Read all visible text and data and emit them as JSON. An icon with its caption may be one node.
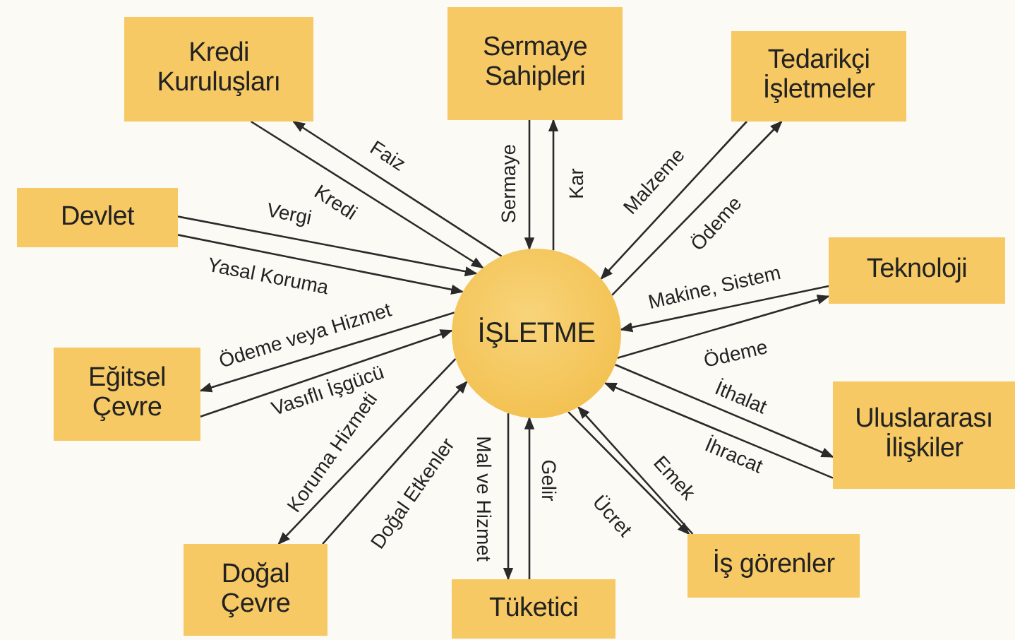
{
  "diagram": {
    "nodes": [
      {
        "text": [
          "İŞLETME"
        ]
      },
      {
        "text": [
          "Kredi Kuruluşları"
        ]
      },
      {
        "text": [
          "Sermaye Sahipleri"
        ]
      },
      {
        "text": [
          "Tedarikçi İşletmeler"
        ]
      },
      {
        "text": [
          "Devlet"
        ]
      },
      {
        "text": [
          "Teknoloji"
        ]
      },
      {
        "text": [
          "Eğitsel Çevre"
        ]
      },
      {
        "text": [
          "Uluslararası İlişkiler"
        ]
      },
      {
        "text": [
          "Doğal Çevre"
        ]
      },
      {
        "text": [
          "Tüketici"
        ]
      },
      {
        "text": [
          "İş görenler"
        ]
      }
    ],
    "edges": [
      {
        "from": 0,
        "to": 1,
        "arrow": "to",
        "label": "Faiz"
      },
      {
        "from": 1,
        "to": 0,
        "arrow": "to",
        "label": "Kredi"
      },
      {
        "from": 2,
        "to": 0,
        "arrow": "to",
        "label": "Sermaye"
      },
      {
        "from": 0,
        "to": 2,
        "arrow": "to",
        "label": "Kar"
      },
      {
        "from": 3,
        "to": 0,
        "arrow": "to",
        "label": "Malzeme"
      },
      {
        "from": 0,
        "to": 3,
        "arrow": "to",
        "label": "Ödeme"
      },
      {
        "from": 5,
        "to": 0,
        "arrow": "to",
        "label": "Makine, Sistem"
      },
      {
        "from": 0,
        "to": 5,
        "arrow": "to",
        "label": "Ödeme"
      },
      {
        "from": 0,
        "to": 7,
        "arrow": "to",
        "label": "İthalat"
      },
      {
        "from": 7,
        "to": 0,
        "arrow": "to",
        "label": "İhracat"
      },
      {
        "from": 10,
        "to": 0,
        "arrow": "to",
        "label": "Emek"
      },
      {
        "from": 0,
        "to": 10,
        "arrow": "to",
        "label": "Ücret"
      },
      {
        "from": 9,
        "to": 0,
        "arrow": "to",
        "label": "Gelir"
      },
      {
        "from": 0,
        "to": 9,
        "arrow": "to",
        "label": "Mal ve Hizmet"
      },
      {
        "from": 8,
        "to": 0,
        "arrow": "to",
        "label": "Doğal Etkenler"
      },
      {
        "from": 0,
        "to": 8,
        "arrow": "to",
        "label": "Koruma Hizmeti"
      },
      {
        "from": 6,
        "to": 0,
        "arrow": "to",
        "label": "Vasıflı İşgücü"
      },
      {
        "from": 0,
        "to": 6,
        "arrow": "to",
        "label": "Ödeme veya Hizmet"
      },
      {
        "from": 4,
        "to": 0,
        "arrow": "to",
        "label": "Yasal Koruma"
      },
      {
        "from": 4,
        "to": 0,
        "arrow": "to",
        "label": "Vergi"
      }
    ]
  }
}
